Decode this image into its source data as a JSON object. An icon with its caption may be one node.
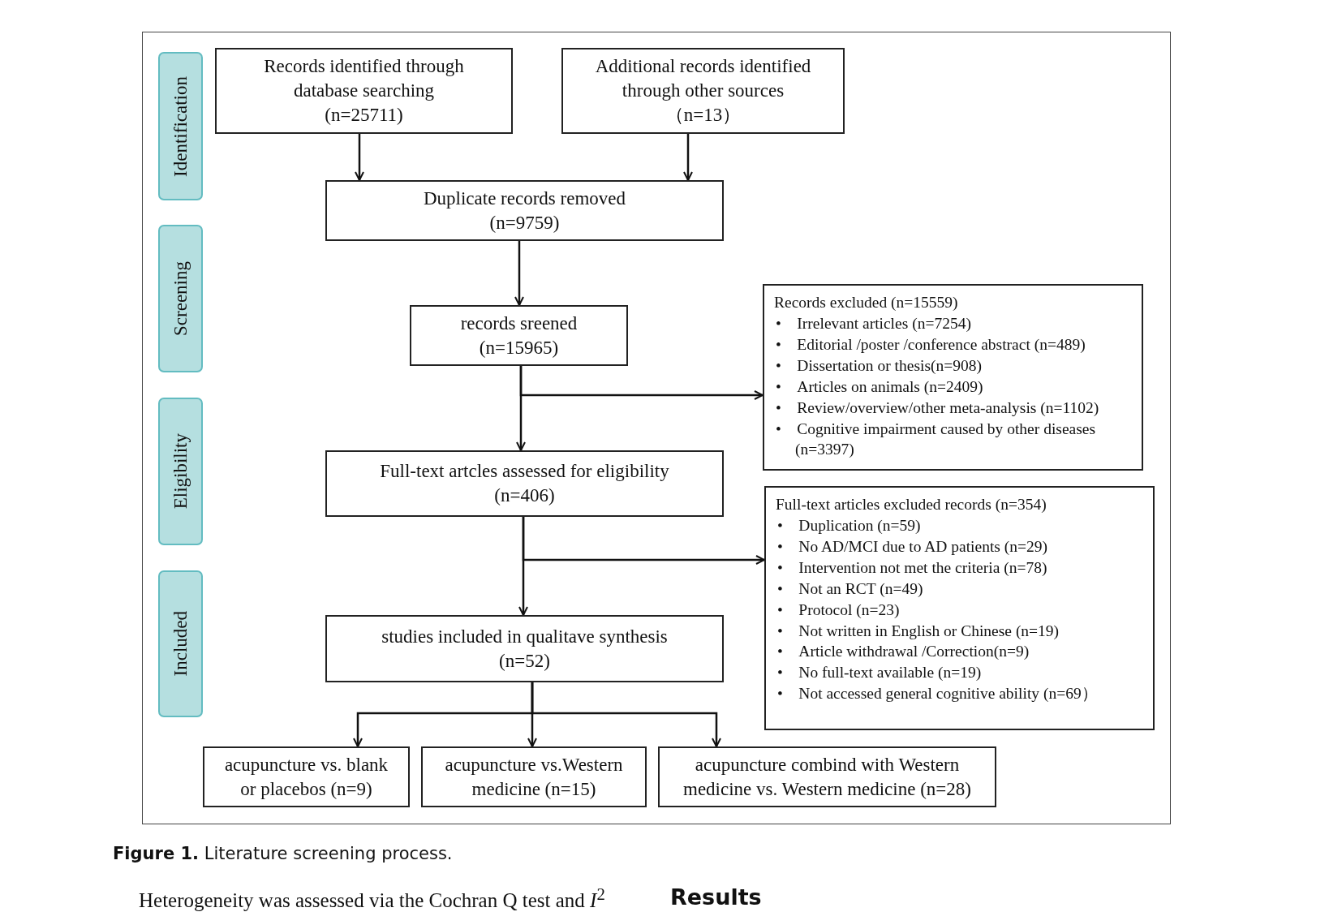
{
  "diagram": {
    "caption": "**Figure 1.** Literature screening process.",
    "nodes": [
      {
        "text": [
          "Identification"
        ]
      },
      {
        "text": [
          "Screening"
        ]
      },
      {
        "text": [
          "Eligibility"
        ]
      },
      {
        "text": [
          "Included"
        ]
      },
      {
        "text": [
          "Records identified through database searching (n=25711)"
        ]
      },
      {
        "text": [
          "Additional records identified through other sources （n=13）"
        ]
      },
      {
        "text": [
          "Duplicate records removed (n=9759)"
        ]
      },
      {
        "text": [
          "records sreened (n=15965)"
        ]
      },
      {
        "text": [
          "Records excluded (n=15559)",
          "• Irrelevant articles (n=7254)",
          "• Editorial /poster /conference abstract (n=489)",
          "• Dissertation or thesis(n=908)",
          "• Articles on animals (n=2409)",
          "• Review/overview/other meta-analysis (n=1102)",
          "• Cognitive impairment caused by other diseases (n=3397)"
        ]
      },
      {
        "text": [
          "Full-text artcles assessed for eligibility (n=406)"
        ]
      },
      {
        "text": [
          "Full-text articles excluded records (n=354)",
          "• Duplication (n=59)",
          "• No AD/MCI due to AD patients (n=29)",
          "• Intervention not met the criteria (n=78)",
          "• Not an RCT (n=49)",
          "• Protocol (n=23)",
          "• Not written in English or Chinese (n=19)",
          "• Article withdrawal /Correction(n=9)",
          "• No full-text available (n=19)",
          "• Not accessed general cognitive ability (n=69）"
        ]
      },
      {
        "text": [
          "studies included in qualitave synthesis (n=52)"
        ]
      },
      {
        "text": [
          "acupuncture vs. blank or placebos (n=9)"
        ]
      },
      {
        "text": [
          "acupuncture vs.Western medicine (n=15)"
        ]
      },
      {
        "text": [
          "acupuncture combind with Western medicine vs. Western medicine (n=28)"
        ]
      }
    ],
    "edges": [
      {
        "from": 4,
        "to": 6,
        "arrow": "to"
      },
      {
        "from": 5,
        "to": 6,
        "arrow": "to"
      },
      {
        "from": 6,
        "to": 7,
        "arrow": "to"
      },
      {
        "from": 7,
        "to": 9,
        "arrow": "to"
      },
      {
        "from": 7,
        "to": 8,
        "arrow": "to"
      },
      {
        "from": 9,
        "to": 11,
        "arrow": "to"
      },
      {
        "from": 9,
        "to": 10,
        "arrow": "to"
      },
      {
        "from": 11,
        "to": 12,
        "arrow": "to"
      },
      {
        "from": 11,
        "to": 13,
        "arrow": "to"
      },
      {
        "from": 11,
        "to": 14,
        "arrow": "to"
      }
    ],
    "labels": [
      "Heterogeneity was assessed via the Cochran Q test and *I*$^{2}$",
      "Results"
    ]
  }
}
